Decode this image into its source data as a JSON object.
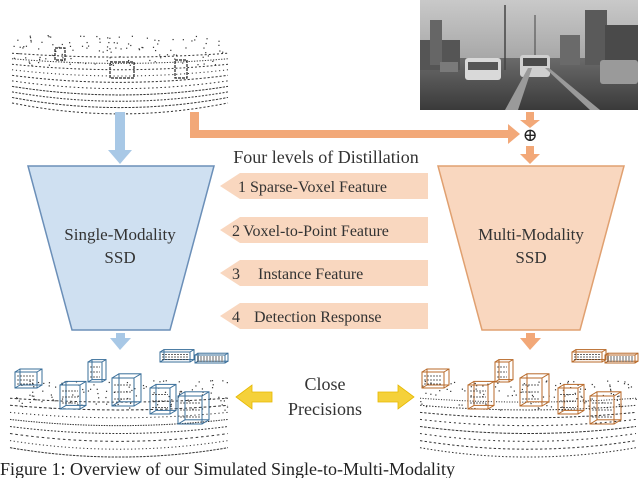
{
  "distillation_title": "Four levels of Distillation",
  "single_modality": {
    "line1": "Single-Modality",
    "line2": "SSD",
    "color": "#cfe0f1"
  },
  "multi_modality": {
    "line1": "Multi-Modality",
    "line2": "SSD",
    "color": "#f9d7bf"
  },
  "fusion_symbol": "⊕",
  "levels": [
    {
      "num": "1",
      "label": "Sparse-Voxel Feature"
    },
    {
      "num": "2",
      "label": "Voxel-to-Point Feature"
    },
    {
      "num": "3",
      "label": "Instance Feature"
    },
    {
      "num": "4",
      "label": "Detection Response"
    }
  ],
  "close_precisions": {
    "line1": "Close",
    "line2": "Precisions"
  },
  "caption": "Figure 1: Overview of our Simulated Single-to-Multi-Modality",
  "colors": {
    "blue_arrow": "#a8c8e6",
    "orange_arrow": "#f2a878",
    "yellow_arrow": "#f5d13a",
    "level_box": "#f9d7bf",
    "blue_box_edge": "#6b8fb8",
    "orange_box_edge": "#e0a070",
    "blue_det": "#3a6f9a",
    "orange_det": "#b86a2a"
  }
}
